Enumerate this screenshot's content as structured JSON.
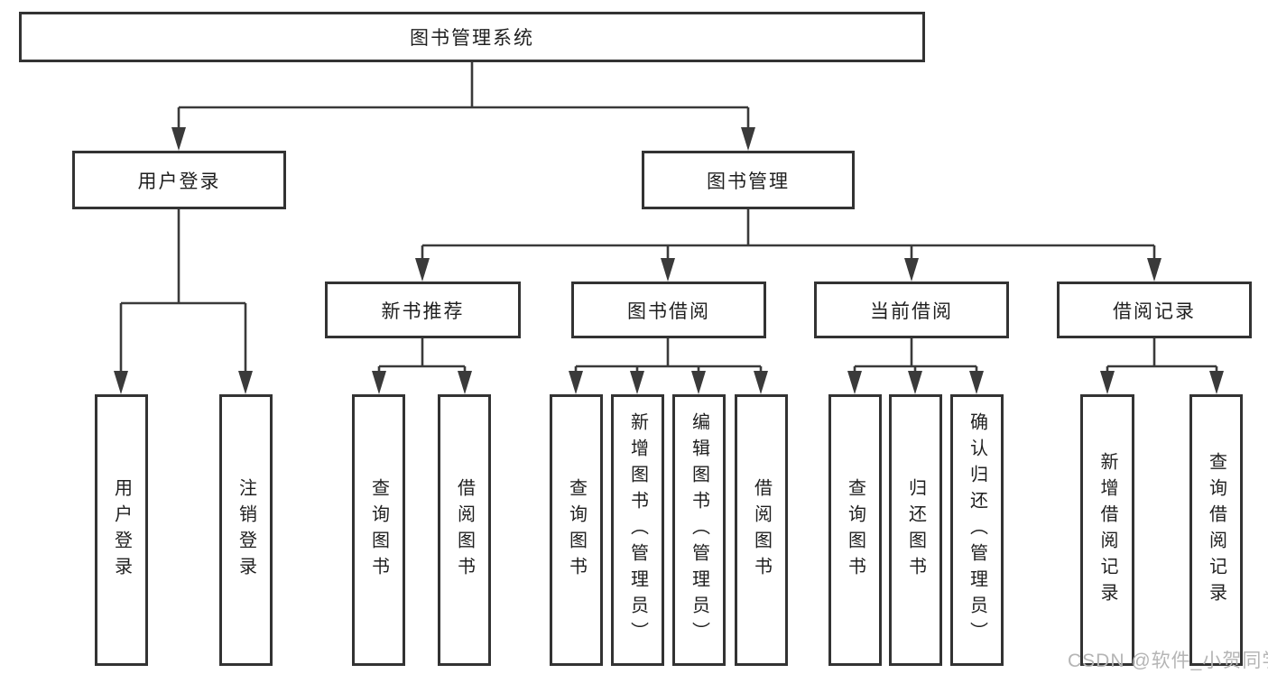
{
  "diagram": {
    "root": "图书管理系统",
    "level2": {
      "user_login": "用户登录",
      "book_management": "图书管理"
    },
    "level3": {
      "new_books": "新书推荐",
      "book_borrowing": "图书借阅",
      "current_borrowing": "当前借阅",
      "borrow_records": "借阅记录"
    },
    "leaves": {
      "user_login": [
        "用户登录",
        "注销登录"
      ],
      "new_books": [
        "查询图书",
        "借阅图书"
      ],
      "book_borrowing": [
        "查询图书",
        "新增图书（管理员）",
        "编辑图书（管理员）",
        "借阅图书"
      ],
      "current_borrowing": [
        "查询图书",
        "归还图书",
        "确认归还（管理员）"
      ],
      "borrow_records": [
        "新增借阅记录",
        "查询借阅记录"
      ]
    }
  },
  "watermark": "CSDN @软件_小贺同学",
  "colors": {
    "line": "#3a3a3a",
    "box_border": "#333333",
    "text": "#1f1f1f",
    "watermark": "#b5b5b5",
    "background": "#ffffff"
  }
}
